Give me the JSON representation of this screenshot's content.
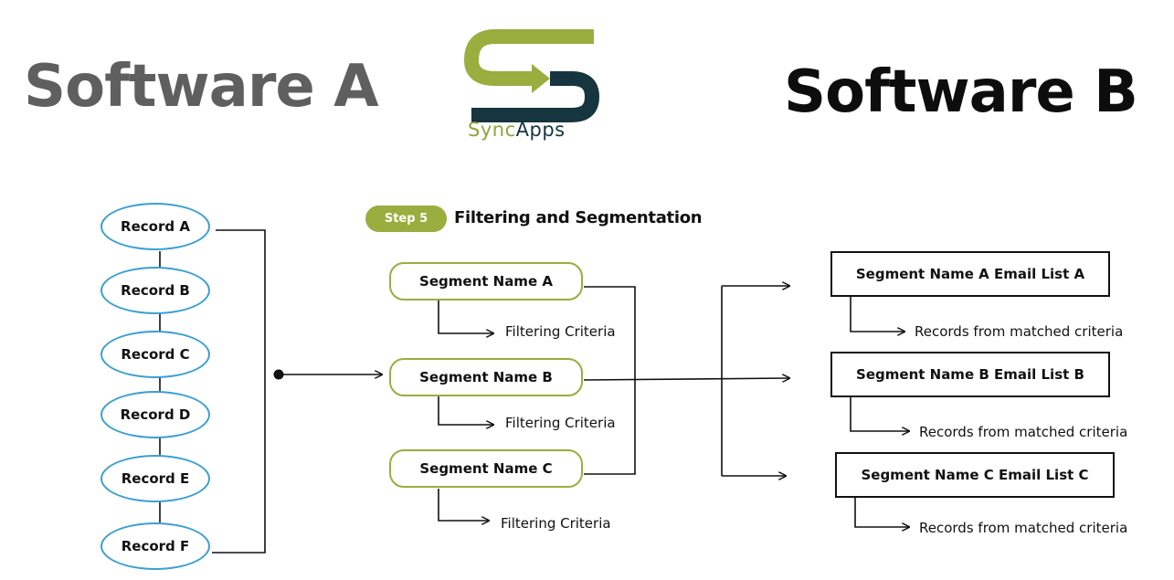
{
  "titles": {
    "left": "Software A",
    "right": "Software B"
  },
  "logo": {
    "text_part1": "Sync",
    "text_part2": "Apps",
    "icon": "syncapps-s-logo-icon",
    "colors": {
      "green": "#9aad3f",
      "dark": "#16353f"
    }
  },
  "records": [
    "Record A",
    "Record B",
    "Record C",
    "Record D",
    "Record E",
    "Record F"
  ],
  "step": {
    "badge": "Step 5",
    "title": "Filtering and Segmentation"
  },
  "segments": [
    {
      "name": "Segment Name A",
      "criteria": "Filtering Criteria"
    },
    {
      "name": "Segment Name B",
      "criteria": "Filtering Criteria"
    },
    {
      "name": "Segment Name C",
      "criteria": "Filtering Criteria"
    }
  ],
  "email_lists": [
    {
      "name": "Segment Name A Email List A",
      "caption": "Records from matched criteria"
    },
    {
      "name": "Segment Name B Email List B",
      "caption": "Records from matched criteria"
    },
    {
      "name": "Segment Name C Email List C",
      "caption": "Records from matched criteria"
    }
  ],
  "colors": {
    "record_border": "#3d9fd2",
    "segment_border": "#9aad3f",
    "step_badge": "#9aad3f",
    "title_a": "#5f5f5f",
    "title_b": "#0d0d0d"
  }
}
